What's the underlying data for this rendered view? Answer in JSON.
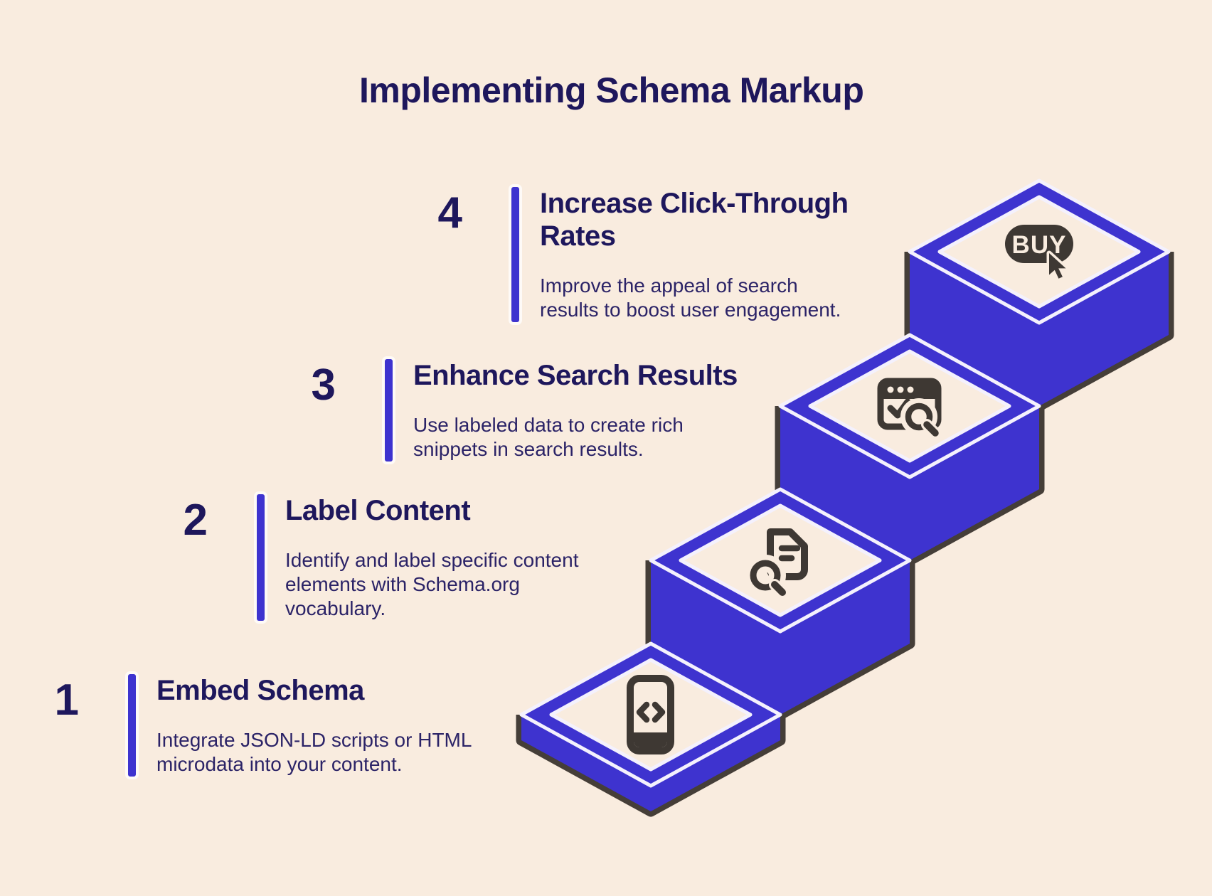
{
  "title": "Implementing Schema Markup",
  "steps": [
    {
      "number": "1",
      "heading_lines": [
        "Embed Schema"
      ],
      "body_lines": [
        "Integrate JSON-LD scripts or HTML",
        "microdata into your content."
      ],
      "icon": "code-phone-icon"
    },
    {
      "number": "2",
      "heading_lines": [
        "Label Content"
      ],
      "body_lines": [
        "Identify and label specific content",
        "elements with Schema.org",
        "vocabulary."
      ],
      "icon": "document-search-icon"
    },
    {
      "number": "3",
      "heading_lines": [
        "Enhance Search Results"
      ],
      "body_lines": [
        "Use labeled data to create rich",
        "snippets in search results."
      ],
      "icon": "browser-check-search-icon"
    },
    {
      "number": "4",
      "heading_lines": [
        "Increase Click-Through",
        "Rates"
      ],
      "body_lines": [
        "Improve the appeal of search",
        "results to boost user engagement."
      ],
      "icon": "buy-button-cursor-icon"
    }
  ],
  "colors": {
    "background": "#f9ecdf",
    "accent": "#3e33cf",
    "shadow": "#453e38",
    "icon": "#3e3833",
    "heading_text": "#1e175c",
    "body_text": "#2b2367",
    "highlight": "#f4f1fd"
  }
}
